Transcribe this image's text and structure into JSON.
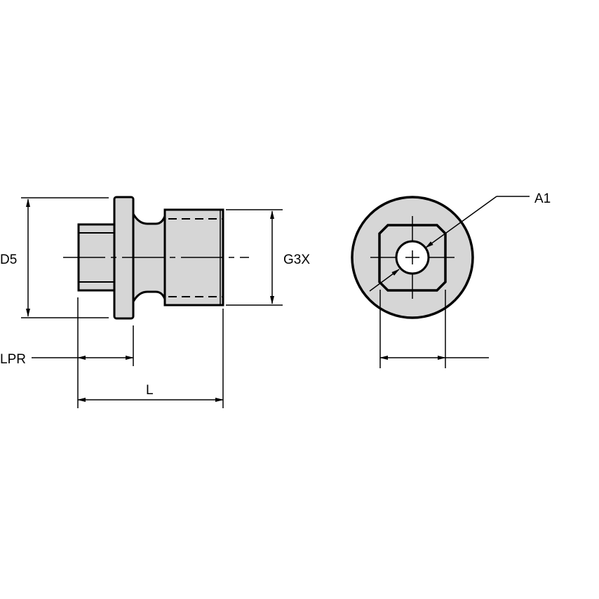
{
  "labels": {
    "d5": "D5",
    "g3x": "G3X",
    "lpr": "LPR",
    "l": "L",
    "a1": "A1"
  },
  "colors": {
    "body_fill": "#d6d6d6",
    "line": "#000000",
    "background": "#ffffff"
  }
}
